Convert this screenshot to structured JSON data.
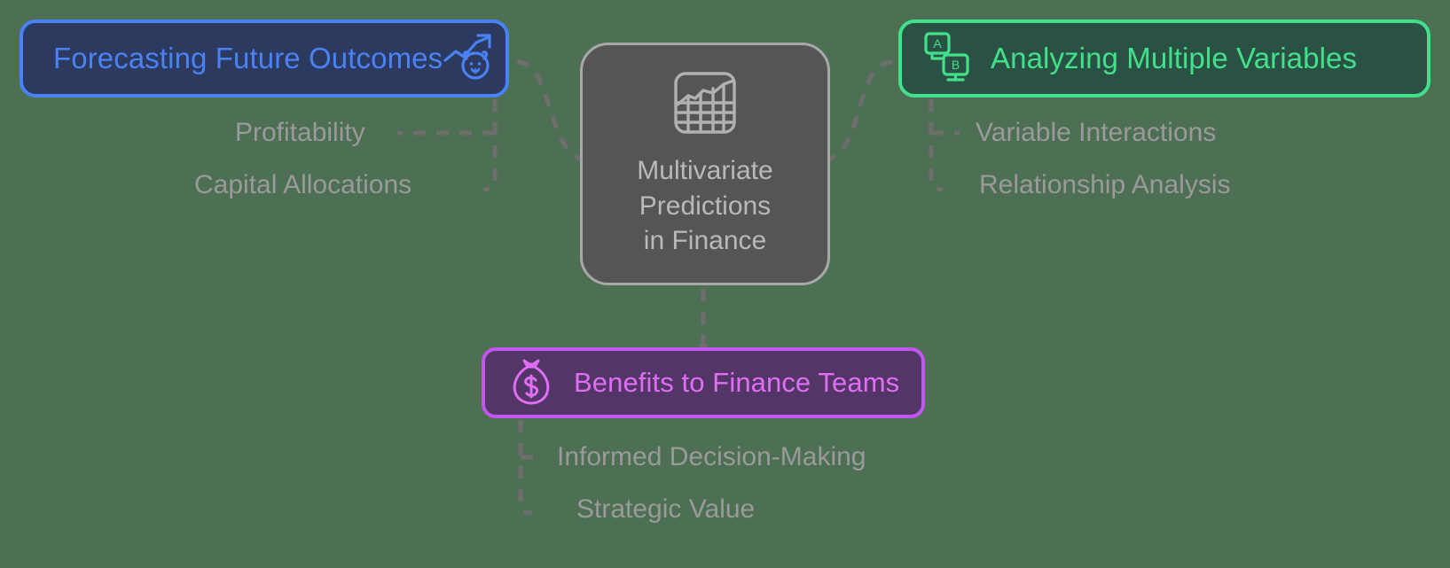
{
  "diagram": {
    "type": "mind-map",
    "background_color": "#4d7054",
    "center": {
      "title_lines": [
        "Multivariate",
        "Predictions",
        "in Finance"
      ],
      "title": "Multivariate Predictions in Finance",
      "icon": "area-chart-grid-icon",
      "fill_color": "#555555",
      "border_color": "#a8a8a8",
      "text_color": "#b9b9b9"
    },
    "branches": [
      {
        "id": "forecasting",
        "label": "Forecasting Future Outcomes",
        "icon": "bull-trend-up-icon",
        "fill_color": "#2b3a5e",
        "border_color": "#4a82f5",
        "text_color": "#4a82f5",
        "position": "top-left",
        "children": [
          "Profitability",
          "Capital Allocations"
        ]
      },
      {
        "id": "analyzing",
        "label": "Analyzing Multiple Variables",
        "icon": "two-screens-a-b-icon",
        "fill_color": "#2a5244",
        "border_color": "#43e08c",
        "text_color": "#43e08c",
        "position": "top-right",
        "children": [
          "Variable Interactions",
          "Relationship Analysis"
        ]
      },
      {
        "id": "benefits",
        "label": "Benefits to Finance Teams",
        "icon": "money-bag-dollar-icon",
        "fill_color": "#533567",
        "border_color": "#c455f0",
        "text_color": "#e06ef5",
        "position": "bottom-center",
        "children": [
          "Informed Decision-Making",
          "Strategic Value"
        ]
      }
    ],
    "leaves": {
      "profitability": "Profitability",
      "capital_allocations": "Capital Allocations",
      "variable_interactions": "Variable Interactions",
      "relationship_analysis": "Relationship Analysis",
      "informed_decision_making": "Informed Decision-Making",
      "strategic_value": "Strategic Value"
    },
    "connector": {
      "style": "dashed",
      "color": "#6e6e6e",
      "dash_pattern": "14 12"
    }
  }
}
